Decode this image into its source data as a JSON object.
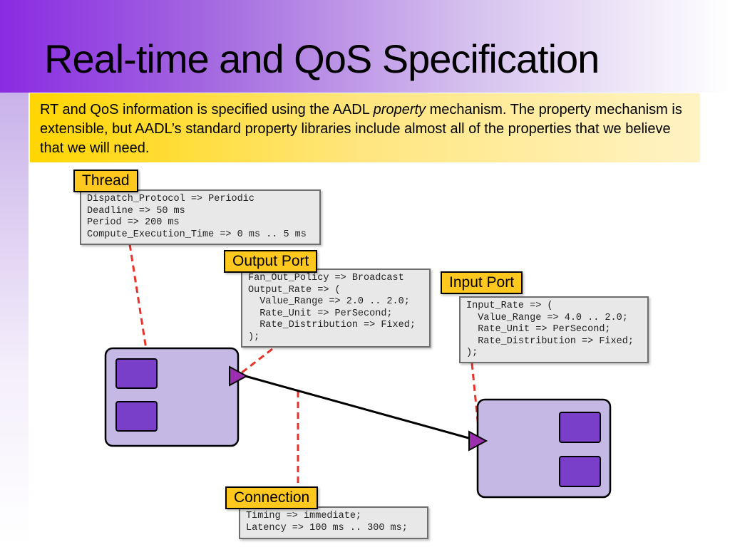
{
  "title": "Real-time and QoS Specification",
  "intro": {
    "before": "RT and QoS information is specified using the AADL ",
    "emphasis": "property",
    "after": "  mechanism.   The property mechanism is extensible, but AADL’s standard property libraries include almost all of the properties that we believe that we will need."
  },
  "colors": {
    "accent_purple": "#8a2be2",
    "label_fill": "#ffc81e",
    "component_fill": "#c5b8e5",
    "port_fill": "#7a3fc8",
    "port_triangle": "#9b2fb0",
    "dash_red": "#e8322a"
  },
  "thread": {
    "label": "Thread",
    "code": "Dispatch_Protocol => Periodic\nDeadline => 50 ms\nPeriod => 200 ms\nCompute_Execution_Time => 0 ms .. 5 ms"
  },
  "output_port": {
    "label": "Output Port",
    "code": "Fan_Out_Policy => Broadcast\nOutput_Rate => (\n  Value_Range => 2.0 .. 2.0;\n  Rate_Unit => PerSecond;\n  Rate_Distribution => Fixed;\n);"
  },
  "input_port": {
    "label": "Input Port",
    "code": "Input_Rate => (\n  Value_Range => 4.0 .. 2.0;\n  Rate_Unit => PerSecond;\n  Rate_Distribution => Fixed;\n);"
  },
  "connection": {
    "label": "Connection",
    "code": "Timing => immediate;\nLatency => 100 ms .. 300 ms;"
  }
}
